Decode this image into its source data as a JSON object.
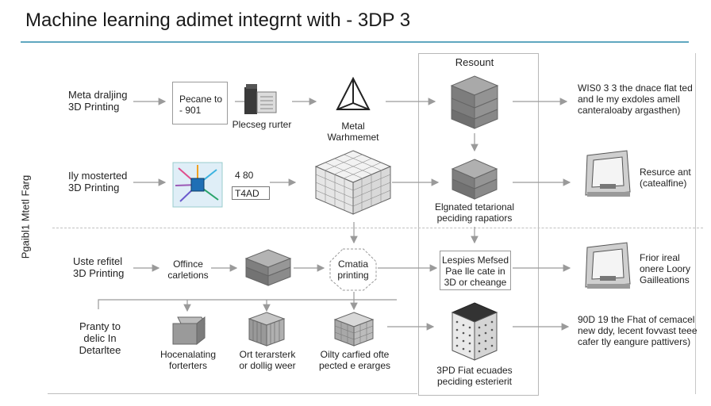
{
  "title": "Machine learning adimet integrnt with - 3DP 3",
  "side_label": "Pgaibl1 Mtetl Farg",
  "rows": {
    "r1": {
      "label": "Meta draljing\n3D Printing",
      "box": "Pecane to\n- 901",
      "printer": "Plecseg rurter",
      "pyramid": "Metal\nWarhmemet",
      "result_header": "Resount",
      "result_text": "WIS0 3 3 the dnace flat ted\nand le my exdoles amell\ncanteraloaby argasthen)"
    },
    "r2": {
      "label": "Ily mosterted\n3D Printing",
      "tag_top": "4 80",
      "tag_box": "T4AD",
      "stack_caption": "Elgnated tetarional\npeciding rapatiors",
      "right_text": "Resurce ant\n(catealfine)"
    },
    "r3": {
      "label": "Uste refitel\n3D Printing",
      "offline": "Offince\ncarletions",
      "circle": "Cmatia\nprinting",
      "mid_box": "Lespies Mefsed\nPae lle cate in\n3D or cheange",
      "right_text": "Frior ireal\nonere Loory\nGailleations"
    },
    "r4": {
      "label": "Pranty to\ndelic In\nDetarltee",
      "item1": "Hocenalating\nforterters",
      "item2": "Ort terarsterk\nor dollig weer",
      "item3": "Oilty carfied ofte\npected e erarges",
      "cube_caption": "3PD Fiat ecuades\npeciding esterierit",
      "right_text": "90D 19 the Fhat of cemacel\nnew ddy, lecent fovvast teee\ncafer tly eangure pattivers)"
    }
  }
}
